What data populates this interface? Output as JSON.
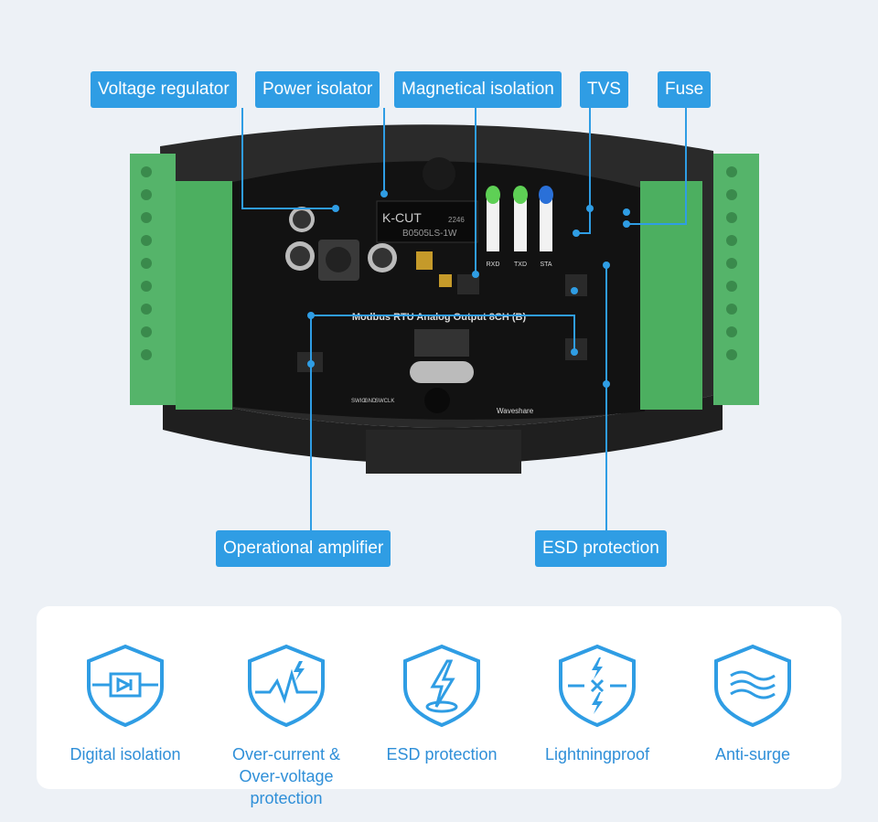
{
  "callouts": {
    "voltage_regulator": "Voltage regulator",
    "power_isolator": "Power isolator",
    "magnetical_isolation": "Magnetical isolation",
    "tvs": "TVS",
    "fuse": "Fuse",
    "operational_amplifier": "Operational amplifier",
    "esd_protection": "ESD protection"
  },
  "board": {
    "title": "Modbus RTU Analog Output 8CH (B)",
    "brand": "Waveshare",
    "module_brand": "K-CUT",
    "module_code": "2246",
    "module_part": "B0505LS-1W",
    "leds": [
      "RXD",
      "TXD",
      "STA"
    ],
    "debug_pins": [
      "SWIO",
      "GND",
      "SWCLK"
    ]
  },
  "features": [
    {
      "label": "Digital isolation",
      "icon": "digital-isolation-icon"
    },
    {
      "label": "Over-current &",
      "label2": "Over-voltage protection",
      "icon": "over-current-icon"
    },
    {
      "label": "ESD protection",
      "icon": "esd-protection-icon"
    },
    {
      "label": "Lightningproof",
      "icon": "lightning-icon"
    },
    {
      "label": "Anti-surge",
      "icon": "anti-surge-icon"
    }
  ],
  "colors": {
    "accent": "#2f9de4",
    "terminal_green": "#55b46a",
    "pcb_black": "#1c1c1c",
    "card_bg": "#ffffff",
    "page_bg": "#edf1f6"
  }
}
